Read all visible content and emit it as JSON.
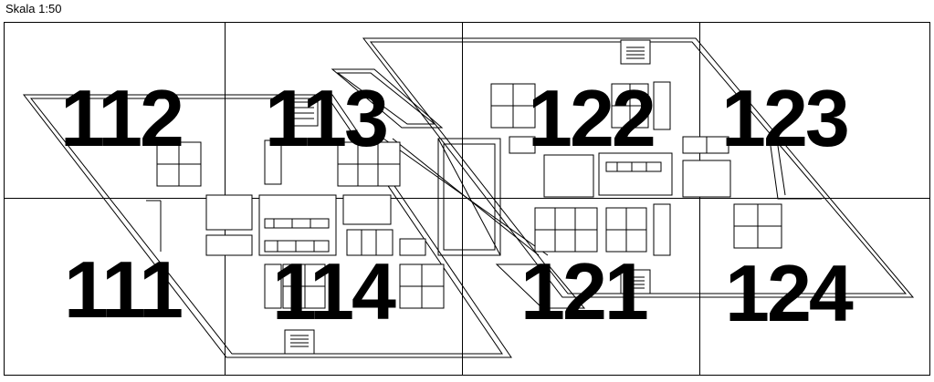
{
  "scale_label": "Skala 1:50",
  "sheets": [
    {
      "id": "112",
      "label": "112"
    },
    {
      "id": "113",
      "label": "113"
    },
    {
      "id": "122",
      "label": "122"
    },
    {
      "id": "123",
      "label": "123"
    },
    {
      "id": "111",
      "label": "111"
    },
    {
      "id": "114",
      "label": "114"
    },
    {
      "id": "121",
      "label": "121"
    },
    {
      "id": "124",
      "label": "124"
    }
  ]
}
